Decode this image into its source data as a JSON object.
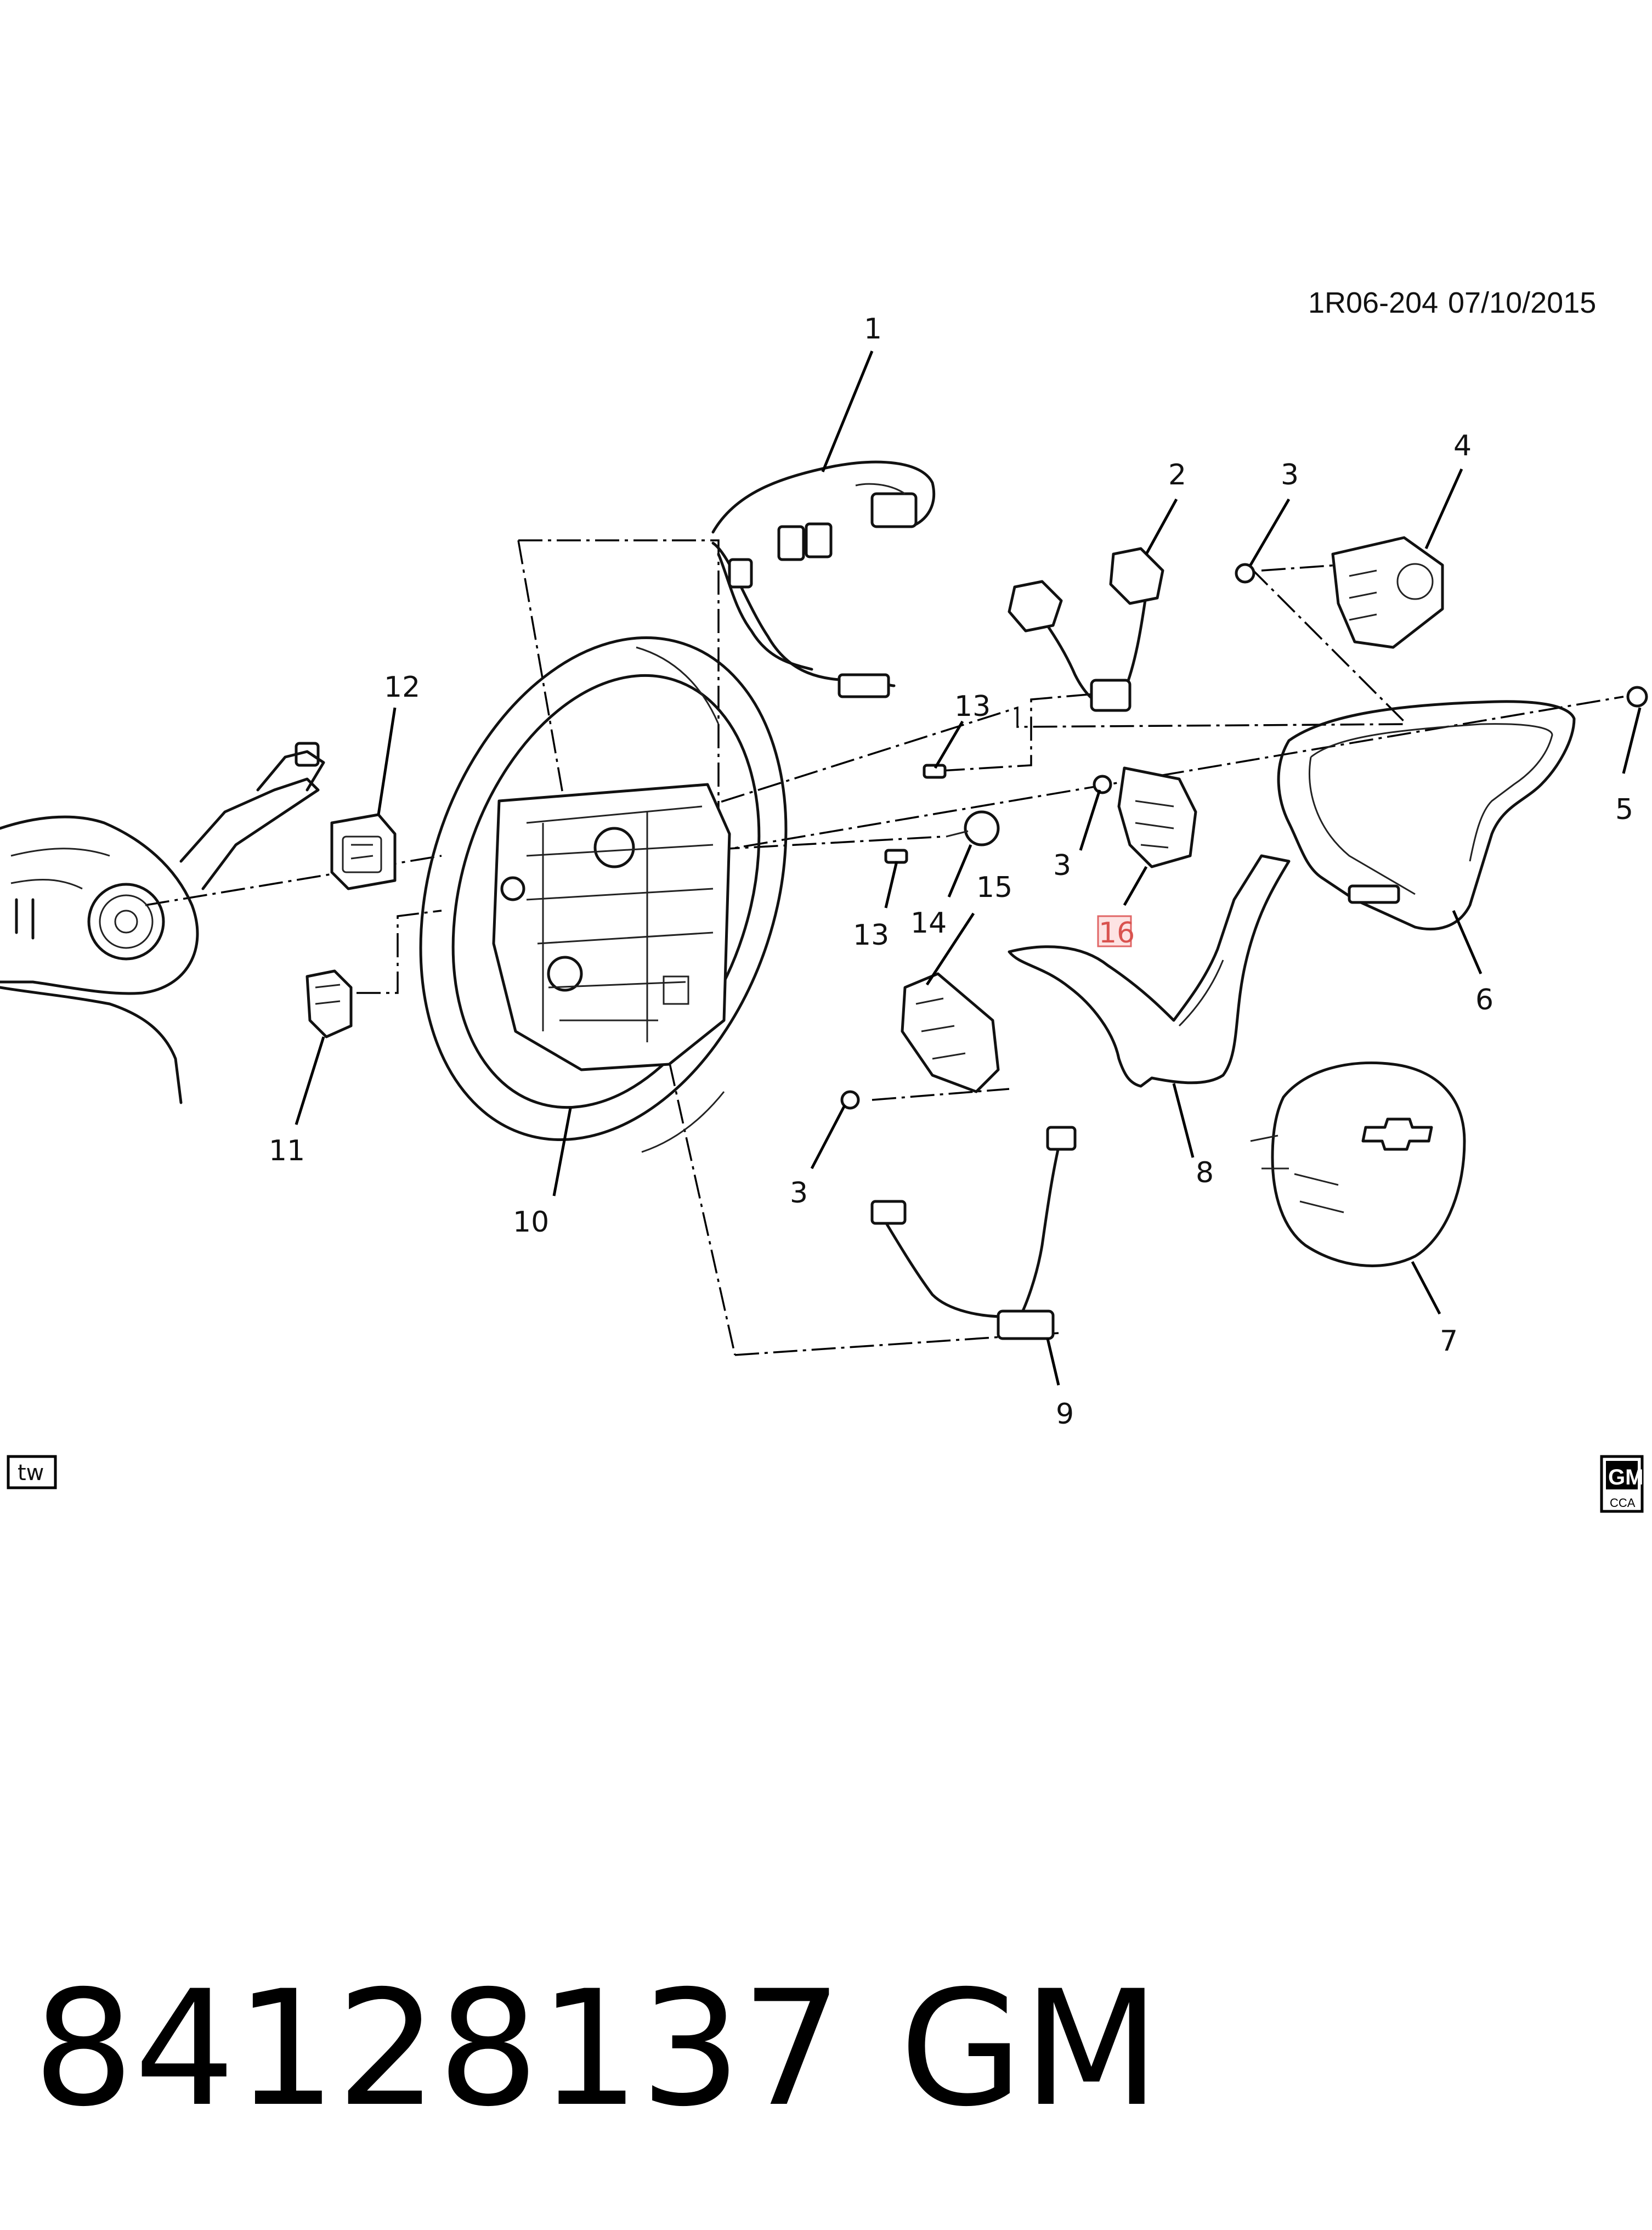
{
  "header": {
    "diagram_ref": "1R06-204",
    "date": "07/10/2015"
  },
  "callouts": [
    {
      "id": "1",
      "text": "1"
    },
    {
      "id": "2",
      "text": "2"
    },
    {
      "id": "3a",
      "text": "3"
    },
    {
      "id": "4",
      "text": "4"
    },
    {
      "id": "5",
      "text": "5"
    },
    {
      "id": "6",
      "text": "6"
    },
    {
      "id": "7",
      "text": "7"
    },
    {
      "id": "8",
      "text": "8"
    },
    {
      "id": "9",
      "text": "9"
    },
    {
      "id": "10",
      "text": "10"
    },
    {
      "id": "11",
      "text": "11"
    },
    {
      "id": "12",
      "text": "12"
    },
    {
      "id": "13a",
      "text": "13"
    },
    {
      "id": "13b",
      "text": "13"
    },
    {
      "id": "14",
      "text": "14"
    },
    {
      "id": "15",
      "text": "15"
    },
    {
      "id": "16",
      "text": "16",
      "highlighted": true
    },
    {
      "id": "3b",
      "text": "3"
    },
    {
      "id": "3c",
      "text": "3"
    }
  ],
  "corner_marks": {
    "tw_box": "tw",
    "logo_top": "GM",
    "logo_bottom": "CCA"
  },
  "footer": {
    "part_number": "84128137",
    "brand": "GM"
  },
  "colors": {
    "line": "#111111",
    "highlight_fill": "#fde3e3",
    "highlight_stroke": "#e06666"
  }
}
